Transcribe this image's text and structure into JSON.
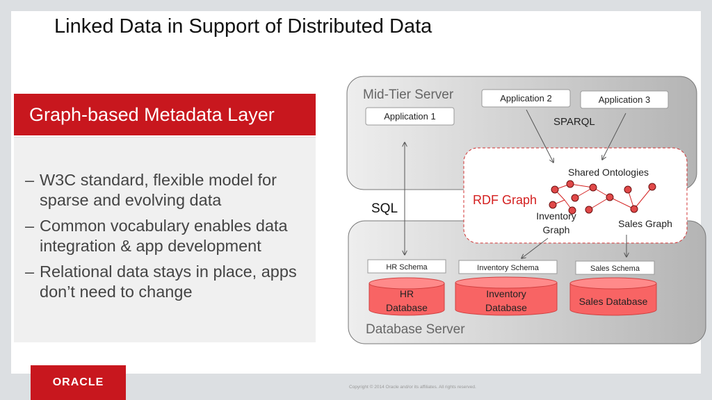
{
  "title": "Linked Data in Support of Distributed Data",
  "left_panel": {
    "header": "Graph-based Metadata Layer",
    "bullet_marker": "–",
    "bullets": [
      "W3C standard, flexible model for sparse and evolving data",
      "Common vocabulary enables data integration & app development",
      "Relational data stays in place, apps don’t need to change"
    ]
  },
  "diagram": {
    "mid_tier_label": "Mid-Tier Server",
    "applications": [
      "Application 1",
      "Application 2",
      "Application 3"
    ],
    "sparql_label": "SPARQL",
    "sql_label": "SQL",
    "rdf_graph_label": "RDF Graph",
    "shared_ontologies_label": "Shared Ontologies",
    "inventory_graph_label_1": "Inventory",
    "inventory_graph_label_2": "Graph",
    "sales_graph_label": "Sales Graph",
    "schemas": [
      "HR Schema",
      "Inventory Schema",
      "Sales Schema"
    ],
    "databases": {
      "hr_1": "HR",
      "hr_2": "Database",
      "inventory_1": "Inventory",
      "inventory_2": "Database",
      "sales": "Sales Database"
    },
    "database_server_label": "Database Server",
    "colors": {
      "accent_red": "#c8171e",
      "db_fill": "#f86464",
      "node_fill": "#e04848"
    }
  },
  "footer": {
    "logo": "ORACLE",
    "copyright": "Copyright © 2014 Oracle and/or its affiliates. All rights reserved."
  }
}
